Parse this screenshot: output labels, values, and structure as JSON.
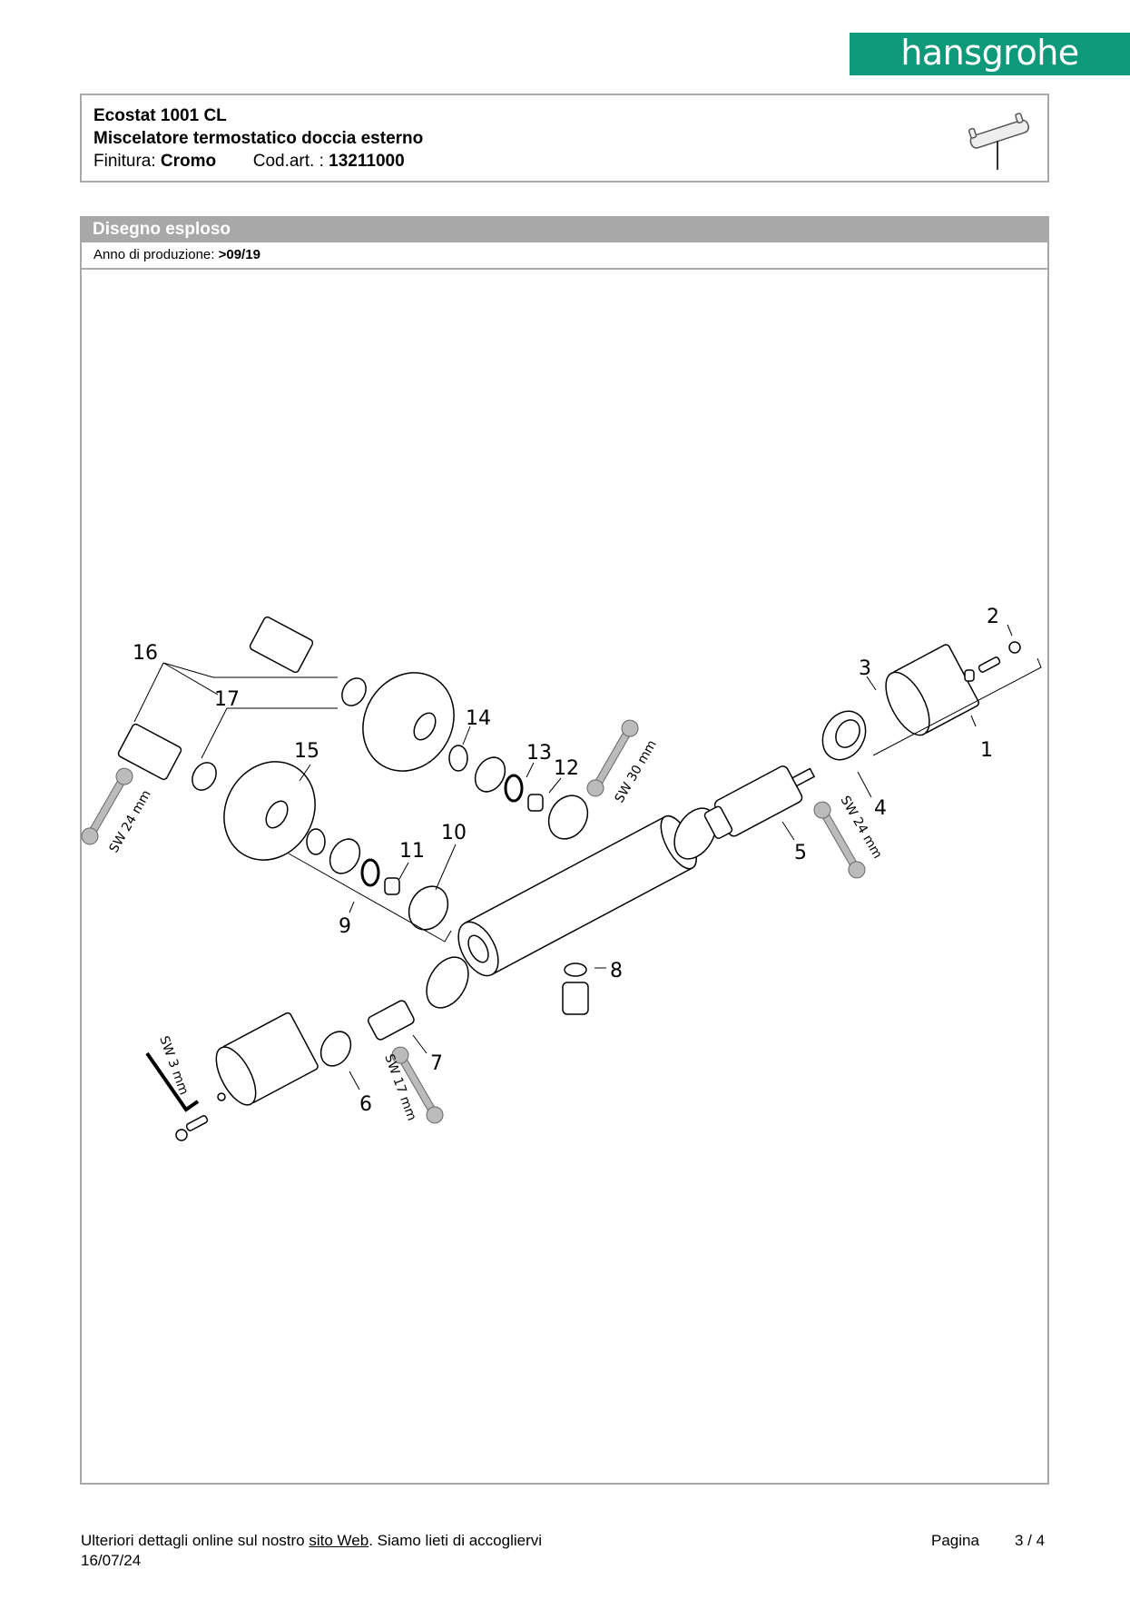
{
  "brand": {
    "logo_text": "hansgrohe",
    "color": "#0e9a7a"
  },
  "product": {
    "name": "Ecostat 1001 CL",
    "description": "Miscelatore termostatico doccia esterno",
    "finish_label": "Finitura:",
    "finish_value": "Cromo",
    "code_label": "Cod.art. :",
    "code_value": "13211000"
  },
  "section": {
    "title": "Disegno esploso",
    "production_label": "Anno di produzione:",
    "production_value": ">09/19"
  },
  "drawing": {
    "part_numbers": [
      "1",
      "2",
      "3",
      "4",
      "5",
      "6",
      "7",
      "8",
      "9",
      "10",
      "11",
      "12",
      "13",
      "14",
      "15",
      "16",
      "17"
    ],
    "tools": [
      "SW 24 mm",
      "SW 30 mm",
      "SW 24 mm",
      "SW 17 mm",
      "SW 3 mm"
    ]
  },
  "footer": {
    "text_before": "Ulteriori dettagli online sul nostro ",
    "link": "sito Web",
    "text_after": ". Siamo lieti di accoglierv i",
    "date": "16/07/24",
    "page_label": "Pagina",
    "page_value": "3 / 4"
  }
}
